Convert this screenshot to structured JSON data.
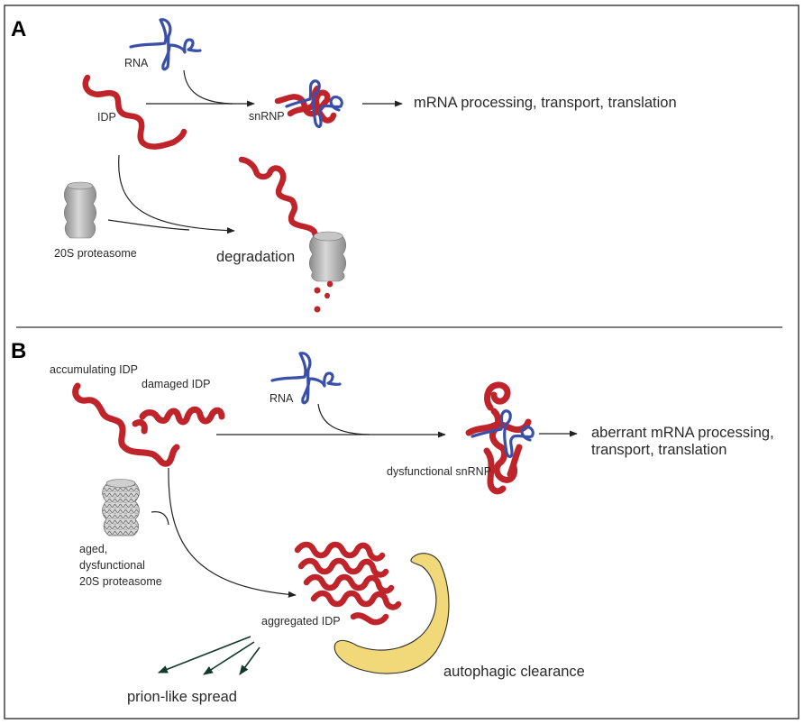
{
  "panel_a": {
    "letter": "A",
    "rna_label": "RNA",
    "idp_label": "IDP",
    "snrnp_label": "snRNP",
    "outcome": "mRNA processing, transport, translation",
    "proteasome_label": "20S proteasome",
    "degradation_label": "degradation"
  },
  "panel_b": {
    "letter": "B",
    "accumulating_label": "accumulating IDP",
    "damaged_label": "damaged IDP",
    "rna_label": "RNA",
    "snrnp_label": "dysfunctional snRNP",
    "outcome_line1": "aberrant mRNA processing,",
    "outcome_line2": "transport, translation",
    "proteasome_line1": "aged,",
    "proteasome_line2": "dysfunctional",
    "proteasome_line3": "20S proteasome",
    "aggregated_label": "aggregated IDP",
    "autophagy_label": "autophagic clearance",
    "prion_label": "prion-like spread"
  },
  "colors": {
    "idp": "#c0242b",
    "rna": "#3a4fa8",
    "proteasome": "#a9a9a9",
    "autophagosome": "#f1d97a",
    "prion_arrow": "#12392c"
  }
}
